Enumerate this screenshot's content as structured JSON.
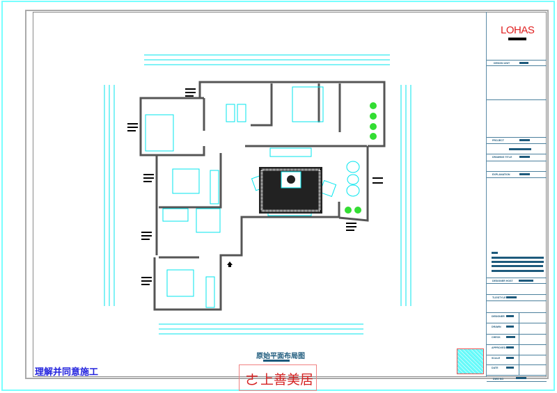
{
  "drawing": {
    "plan_title": "原始平面布局图",
    "note": "理解并同意施工",
    "stamp_brand": "上善美居"
  },
  "title_block": {
    "logo": "LOHAS",
    "design_unit_label": "DESIGN UNIT",
    "project_label": "PROJECT",
    "drawing_title_label": "DRAWING TITLE",
    "explanation_label": "EXPLANATION",
    "designer_host_label": "DESIGNER HOST",
    "tle_style_label": "TLE/STYLE",
    "designer_label": "DESIGNER",
    "drawn_label": "DRAWN",
    "check_label": "CHECK",
    "approved_label": "APPROVED",
    "scale_label": "SCALE",
    "date_label": "DATE",
    "dwg_no_label": "DWG NO"
  },
  "colors": {
    "border": "#77ffff",
    "wall": "#555555",
    "furniture": "#00e5ee",
    "plants": "#33dd33",
    "logo": "#e02020",
    "title_block_text": "#1d5a7c",
    "note": "#2222dd"
  }
}
